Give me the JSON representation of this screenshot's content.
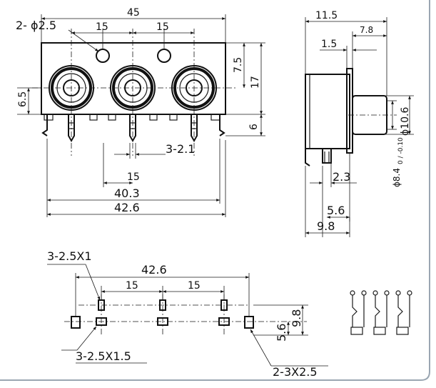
{
  "front_view": {
    "width_top": "45",
    "hole_spec": "2- ϕ2.5",
    "pitch_a": "15",
    "pitch_b": "15",
    "height_a": "7.5",
    "height_b": "17",
    "left_height": "6.5",
    "pin_height": "6",
    "pin_spec": "3-2.1",
    "pitch_bottom": "15",
    "width_a": "40.3",
    "width_b": "42.6"
  },
  "side_view": {
    "depth": "11.5",
    "d_a": "7.8",
    "d_b": "1.5",
    "diameter_a": "ϕ10.6",
    "diameter_b": "ϕ8.4",
    "tol": "0 / -0.10",
    "d_c": "2.3",
    "d_d": "5.6",
    "d_e": "9.8"
  },
  "pcb_layout": {
    "slot_spec_top": "3-2.5X1",
    "width": "42.6",
    "pitch_a": "15",
    "pitch_b": "15",
    "slot_spec_bottom": "3-2.5X1.5",
    "pad_spec": "2-3X2.5",
    "h_a": "5.6",
    "h_b": "9.8"
  },
  "schematic": {
    "terminals": 6
  }
}
